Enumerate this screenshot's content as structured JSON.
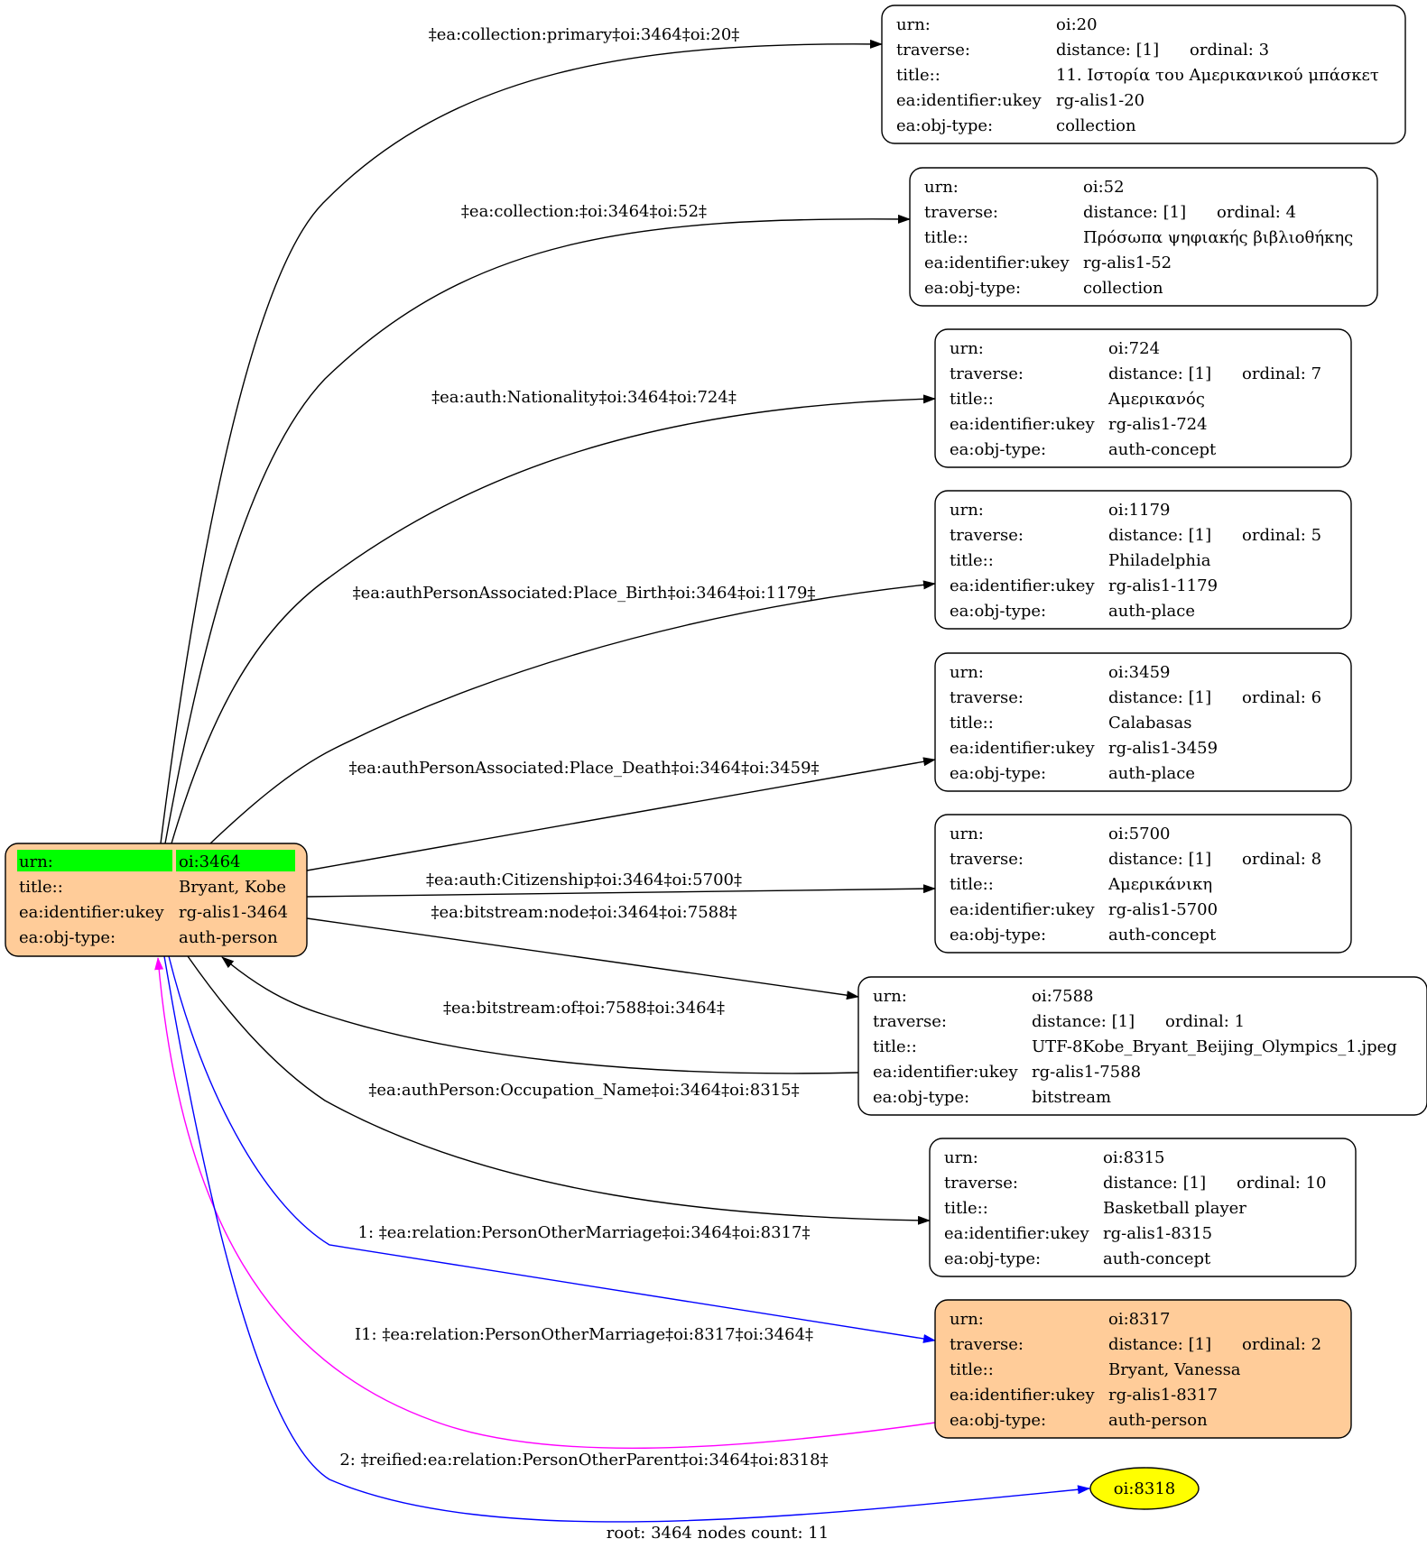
{
  "root": {
    "id": "oi:3464",
    "rows": [
      {
        "key": "urn:",
        "value": "oi:3464"
      },
      {
        "key": "title::",
        "value": "Bryant, Kobe"
      },
      {
        "key": "ea:identifier:ukey",
        "value": "rg-alis1-3464"
      },
      {
        "key": "ea:obj-type:",
        "value": "auth-person"
      }
    ],
    "fill": "#ffcc99",
    "highlight": "#00ff00"
  },
  "nodes": [
    {
      "id": "oi:20",
      "fill": "#ffffff",
      "rows": [
        {
          "key": "urn:",
          "value": "oi:20"
        },
        {
          "key": "traverse:",
          "value": "distance: [1]",
          "extra": "ordinal: 3"
        },
        {
          "key": "title::",
          "value": "11. Ιστορία του Αμερικανικού μπάσκετ"
        },
        {
          "key": "ea:identifier:ukey",
          "value": "rg-alis1-20"
        },
        {
          "key": "ea:obj-type:",
          "value": "collection"
        }
      ]
    },
    {
      "id": "oi:52",
      "fill": "#ffffff",
      "rows": [
        {
          "key": "urn:",
          "value": "oi:52"
        },
        {
          "key": "traverse:",
          "value": "distance: [1]",
          "extra": "ordinal: 4"
        },
        {
          "key": "title::",
          "value": "Πρόσωπα ψηφιακής βιβλιοθήκης"
        },
        {
          "key": "ea:identifier:ukey",
          "value": "rg-alis1-52"
        },
        {
          "key": "ea:obj-type:",
          "value": "collection"
        }
      ]
    },
    {
      "id": "oi:724",
      "fill": "#ffffff",
      "rows": [
        {
          "key": "urn:",
          "value": "oi:724"
        },
        {
          "key": "traverse:",
          "value": "distance: [1]",
          "extra": "ordinal: 7"
        },
        {
          "key": "title::",
          "value": "Αμερικανός"
        },
        {
          "key": "ea:identifier:ukey",
          "value": "rg-alis1-724"
        },
        {
          "key": "ea:obj-type:",
          "value": "auth-concept"
        }
      ]
    },
    {
      "id": "oi:1179",
      "fill": "#ffffff",
      "rows": [
        {
          "key": "urn:",
          "value": "oi:1179"
        },
        {
          "key": "traverse:",
          "value": "distance: [1]",
          "extra": "ordinal: 5"
        },
        {
          "key": "title::",
          "value": "Philadelphia"
        },
        {
          "key": "ea:identifier:ukey",
          "value": "rg-alis1-1179"
        },
        {
          "key": "ea:obj-type:",
          "value": "auth-place"
        }
      ]
    },
    {
      "id": "oi:3459",
      "fill": "#ffffff",
      "rows": [
        {
          "key": "urn:",
          "value": "oi:3459"
        },
        {
          "key": "traverse:",
          "value": "distance: [1]",
          "extra": "ordinal: 6"
        },
        {
          "key": "title::",
          "value": "Calabasas"
        },
        {
          "key": "ea:identifier:ukey",
          "value": "rg-alis1-3459"
        },
        {
          "key": "ea:obj-type:",
          "value": "auth-place"
        }
      ]
    },
    {
      "id": "oi:5700",
      "fill": "#ffffff",
      "rows": [
        {
          "key": "urn:",
          "value": "oi:5700"
        },
        {
          "key": "traverse:",
          "value": "distance: [1]",
          "extra": "ordinal: 8"
        },
        {
          "key": "title::",
          "value": "Αμερικάνικη"
        },
        {
          "key": "ea:identifier:ukey",
          "value": "rg-alis1-5700"
        },
        {
          "key": "ea:obj-type:",
          "value": "auth-concept"
        }
      ]
    },
    {
      "id": "oi:7588",
      "fill": "#ffffff",
      "rows": [
        {
          "key": "urn:",
          "value": "oi:7588"
        },
        {
          "key": "traverse:",
          "value": "distance: [1]",
          "extra": "ordinal: 1"
        },
        {
          "key": "title::",
          "value": "UTF-8Kobe_Bryant_Beijing_Olympics_1.jpeg"
        },
        {
          "key": "ea:identifier:ukey",
          "value": "rg-alis1-7588"
        },
        {
          "key": "ea:obj-type:",
          "value": "bitstream"
        }
      ]
    },
    {
      "id": "oi:8315",
      "fill": "#ffffff",
      "rows": [
        {
          "key": "urn:",
          "value": "oi:8315"
        },
        {
          "key": "traverse:",
          "value": "distance: [1]",
          "extra": "ordinal: 10"
        },
        {
          "key": "title::",
          "value": "Basketball player"
        },
        {
          "key": "ea:identifier:ukey",
          "value": "rg-alis1-8315"
        },
        {
          "key": "ea:obj-type:",
          "value": "auth-concept"
        }
      ]
    },
    {
      "id": "oi:8317",
      "fill": "#ffcc99",
      "rows": [
        {
          "key": "urn:",
          "value": "oi:8317"
        },
        {
          "key": "traverse:",
          "value": "distance: [1]",
          "extra": "ordinal: 2"
        },
        {
          "key": "title::",
          "value": "Bryant, Vanessa"
        },
        {
          "key": "ea:identifier:ukey",
          "value": "rg-alis1-8317"
        },
        {
          "key": "ea:obj-type:",
          "value": "auth-person"
        }
      ]
    }
  ],
  "ellipse_node": {
    "id": "oi:8318",
    "label": "oi:8318",
    "fill": "#ffff00"
  },
  "edges": [
    {
      "label": "‡ea:collection:primary‡oi:3464‡oi:20‡",
      "color": "#000000"
    },
    {
      "label": "‡ea:collection:‡oi:3464‡oi:52‡",
      "color": "#000000"
    },
    {
      "label": "‡ea:auth:Nationality‡oi:3464‡oi:724‡",
      "color": "#000000"
    },
    {
      "label": "‡ea:authPersonAssociated:Place_Birth‡oi:3464‡oi:1179‡",
      "color": "#000000"
    },
    {
      "label": "‡ea:authPersonAssociated:Place_Death‡oi:3464‡oi:3459‡",
      "color": "#000000"
    },
    {
      "label": "‡ea:auth:Citizenship‡oi:3464‡oi:5700‡",
      "color": "#000000"
    },
    {
      "label": "‡ea:bitstream:node‡oi:3464‡oi:7588‡",
      "color": "#000000"
    },
    {
      "label": "‡ea:bitstream:of‡oi:7588‡oi:3464‡",
      "color": "#000000"
    },
    {
      "label": "‡ea:authPerson:Occupation_Name‡oi:3464‡oi:8315‡",
      "color": "#000000"
    },
    {
      "label": "1: ‡ea:relation:PersonOtherMarriage‡oi:3464‡oi:8317‡",
      "color": "#0000ff"
    },
    {
      "label": "I1: ‡ea:relation:PersonOtherMarriage‡oi:8317‡oi:3464‡",
      "color": "#ff00ff"
    },
    {
      "label": "2: ‡reified:ea:relation:PersonOtherParent‡oi:3464‡oi:8318‡",
      "color": "#0000ff"
    }
  ],
  "footer": "root: 3464 nodes count: 11"
}
